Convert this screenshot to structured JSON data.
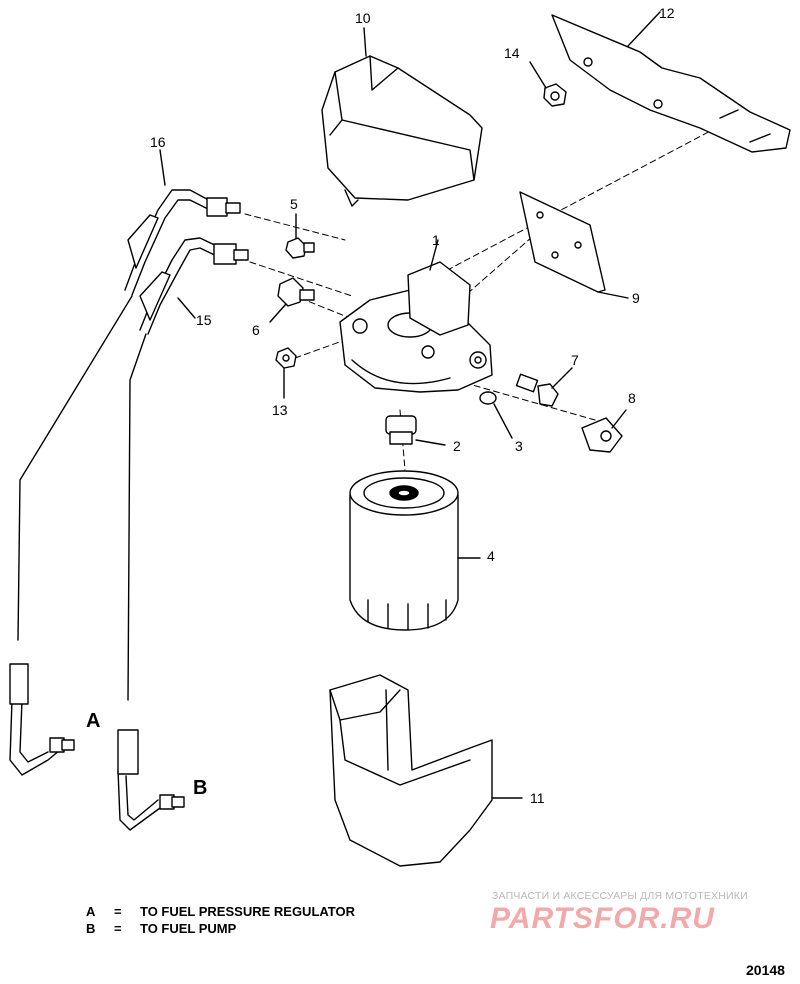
{
  "callouts": {
    "c1": "1",
    "c2": "2",
    "c3": "3",
    "c4": "4",
    "c5": "5",
    "c6": "6",
    "c7": "7",
    "c8": "8",
    "c9": "9",
    "c10": "10",
    "c11": "11",
    "c12": "12",
    "c13": "13",
    "c14": "14",
    "c15": "15",
    "c16": "16"
  },
  "connections": {
    "a": "A",
    "b": "B"
  },
  "legend": [
    {
      "key": "A",
      "sep": "=",
      "text": "TO FUEL PRESSURE  REGULATOR"
    },
    {
      "key": "B",
      "sep": "=",
      "text": "TO FUEL PUMP"
    }
  ],
  "watermark": {
    "caption": "ЗАПЧАСТИ И АКСЕССУАРЫ ДЛЯ МОТОТЕХНИКИ",
    "logo": "PARTSFOR.RU"
  },
  "figure_number": "20148",
  "colors": {
    "line": "#000000",
    "watermark_logo": "#f2a9a9",
    "watermark_caption": "#b8b8b8"
  }
}
